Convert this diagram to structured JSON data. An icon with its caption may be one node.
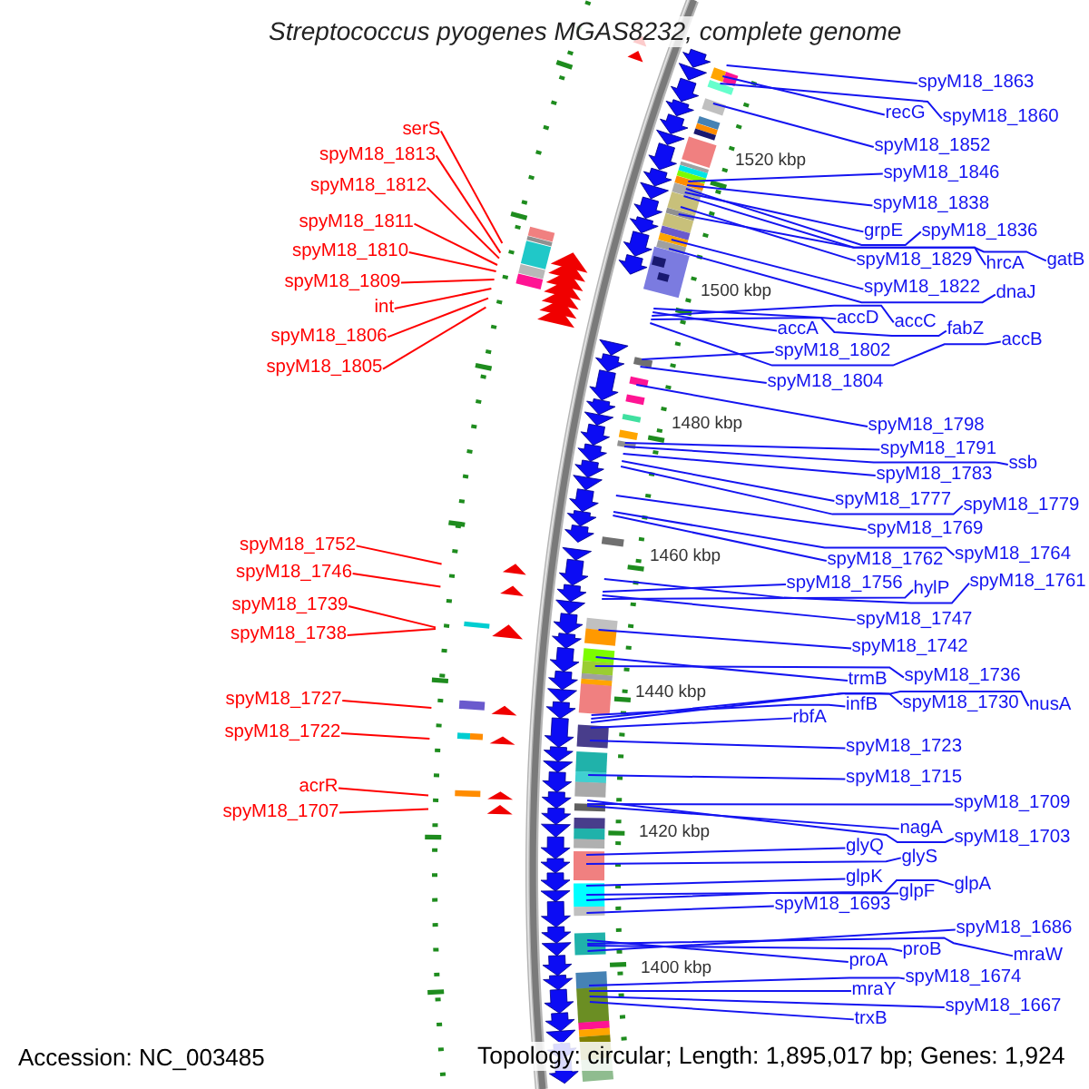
{
  "diagram": {
    "title": "Streptococcus pyogenes MGAS8232, complete genome",
    "nodes": [
      {
        "text": [
          "serS"
        ]
      },
      {
        "text": [
          "spyM18_1813"
        ]
      },
      {
        "text": [
          "spyM18_1812"
        ]
      },
      {
        "text": [
          "spyM18_1811"
        ]
      },
      {
        "text": [
          "spyM18_1810"
        ]
      },
      {
        "text": [
          "spyM18_1809"
        ]
      },
      {
        "text": [
          "int"
        ]
      },
      {
        "text": [
          "spyM18_1806"
        ]
      },
      {
        "text": [
          "spyM18_1805"
        ]
      },
      {
        "text": [
          "spyM18_1752"
        ]
      },
      {
        "text": [
          "spyM18_1746"
        ]
      },
      {
        "text": [
          "spyM18_1739"
        ]
      },
      {
        "text": [
          "spyM18_1738"
        ]
      },
      {
        "text": [
          "spyM18_1727"
        ]
      },
      {
        "text": [
          "spyM18_1722"
        ]
      },
      {
        "text": [
          "acrR"
        ]
      },
      {
        "text": [
          "spyM18_1707"
        ]
      },
      {
        "text": [
          "spyM18_1863"
        ]
      },
      {
        "text": [
          "recG"
        ]
      },
      {
        "text": [
          "spyM18_1860"
        ]
      },
      {
        "text": [
          "spyM18_1852"
        ]
      },
      {
        "text": [
          "spyM18_1846"
        ]
      },
      {
        "text": [
          "spyM18_1838"
        ]
      },
      {
        "text": [
          "grpE"
        ]
      },
      {
        "text": [
          "spyM18_1836"
        ]
      },
      {
        "text": [
          "gatB"
        ]
      },
      {
        "text": [
          "spyM18_1829"
        ]
      },
      {
        "text": [
          "hrcA"
        ]
      },
      {
        "text": [
          "spyM18_1822"
        ]
      },
      {
        "text": [
          "dnaJ"
        ]
      },
      {
        "text": [
          "accA"
        ]
      },
      {
        "text": [
          "accD"
        ]
      },
      {
        "text": [
          "accC"
        ]
      },
      {
        "text": [
          "fabZ"
        ]
      },
      {
        "text": [
          "accB"
        ]
      },
      {
        "text": [
          "spyM18_1802"
        ]
      },
      {
        "text": [
          "spyM18_1804"
        ]
      },
      {
        "text": [
          "spyM18_1798"
        ]
      },
      {
        "text": [
          "spyM18_1791"
        ]
      },
      {
        "text": [
          "ssb"
        ]
      },
      {
        "text": [
          "spyM18_1783"
        ]
      },
      {
        "text": [
          "spyM18_1777"
        ]
      },
      {
        "text": [
          "spyM18_1779"
        ]
      },
      {
        "text": [
          "spyM18_1769"
        ]
      },
      {
        "text": [
          "spyM18_1762"
        ]
      },
      {
        "text": [
          "spyM18_1764"
        ]
      },
      {
        "text": [
          "spyM18_1756"
        ]
      },
      {
        "text": [
          "hylP"
        ]
      },
      {
        "text": [
          "spyM18_1761"
        ]
      },
      {
        "text": [
          "spyM18_1747"
        ]
      },
      {
        "text": [
          "spyM18_1742"
        ]
      },
      {
        "text": [
          "trmB"
        ]
      },
      {
        "text": [
          "spyM18_1736"
        ]
      },
      {
        "text": [
          "infB"
        ]
      },
      {
        "text": [
          "spyM18_1730"
        ]
      },
      {
        "text": [
          "nusA"
        ]
      },
      {
        "text": [
          "rbfA"
        ]
      },
      {
        "text": [
          "spyM18_1723"
        ]
      },
      {
        "text": [
          "spyM18_1715"
        ]
      },
      {
        "text": [
          "spyM18_1709"
        ]
      },
      {
        "text": [
          "nagA"
        ]
      },
      {
        "text": [
          "spyM18_1703"
        ]
      },
      {
        "text": [
          "glyQ"
        ]
      },
      {
        "text": [
          "glyS"
        ]
      },
      {
        "text": [
          "glpK"
        ]
      },
      {
        "text": [
          "glpF"
        ]
      },
      {
        "text": [
          "glpA"
        ]
      },
      {
        "text": [
          "spyM18_1693"
        ]
      },
      {
        "text": [
          "spyM18_1686"
        ]
      },
      {
        "text": [
          "proB"
        ]
      },
      {
        "text": [
          "proA"
        ]
      },
      {
        "text": [
          "mraW"
        ]
      },
      {
        "text": [
          "spyM18_1674"
        ]
      },
      {
        "text": [
          "mraY"
        ]
      },
      {
        "text": [
          "trxB"
        ]
      },
      {
        "text": [
          "spyM18_1667"
        ]
      }
    ],
    "edges": [
      {
        "from": 0,
        "to": null,
        "arrow": "none",
        "color": "#ff0000"
      },
      {
        "from": 1,
        "to": null,
        "arrow": "none",
        "color": "#ff0000"
      },
      {
        "from": 2,
        "to": null,
        "arrow": "none",
        "color": "#ff0000"
      },
      {
        "from": 3,
        "to": null,
        "arrow": "none",
        "color": "#ff0000"
      },
      {
        "from": 4,
        "to": null,
        "arrow": "none",
        "color": "#ff0000"
      },
      {
        "from": 5,
        "to": null,
        "arrow": "none",
        "color": "#ff0000"
      },
      {
        "from": 6,
        "to": null,
        "arrow": "none",
        "color": "#ff0000"
      },
      {
        "from": 7,
        "to": null,
        "arrow": "none",
        "color": "#ff0000"
      },
      {
        "from": 8,
        "to": null,
        "arrow": "none",
        "color": "#ff0000"
      },
      {
        "from": 9,
        "to": null,
        "arrow": "none",
        "color": "#ff0000"
      },
      {
        "from": 10,
        "to": null,
        "arrow": "none",
        "color": "#ff0000"
      },
      {
        "from": 11,
        "to": null,
        "arrow": "none",
        "color": "#ff0000"
      },
      {
        "from": 12,
        "to": null,
        "arrow": "none",
        "color": "#ff0000"
      },
      {
        "from": 13,
        "to": null,
        "arrow": "none",
        "color": "#ff0000"
      },
      {
        "from": 14,
        "to": null,
        "arrow": "none",
        "color": "#ff0000"
      },
      {
        "from": 15,
        "to": null,
        "arrow": "none",
        "color": "#ff0000"
      },
      {
        "from": 16,
        "to": null,
        "arrow": "none",
        "color": "#ff0000"
      },
      {
        "from": 17,
        "to": null,
        "arrow": "none"
      },
      {
        "from": 18,
        "to": null,
        "arrow": "none"
      },
      {
        "from": 19,
        "to": null,
        "arrow": "none"
      },
      {
        "from": 20,
        "to": null,
        "arrow": "none"
      },
      {
        "from": 21,
        "to": null,
        "arrow": "none"
      },
      {
        "from": 22,
        "to": null,
        "arrow": "none"
      },
      {
        "from": 23,
        "to": null,
        "arrow": "none"
      },
      {
        "from": 24,
        "to": null,
        "arrow": "none"
      },
      {
        "from": 25,
        "to": null,
        "arrow": "none"
      },
      {
        "from": 26,
        "to": null,
        "arrow": "none"
      },
      {
        "from": 27,
        "to": null,
        "arrow": "none"
      },
      {
        "from": 28,
        "to": null,
        "arrow": "none"
      },
      {
        "from": 29,
        "to": null,
        "arrow": "none"
      },
      {
        "from": 30,
        "to": null,
        "arrow": "none"
      },
      {
        "from": 31,
        "to": null,
        "arrow": "none"
      },
      {
        "from": 32,
        "to": null,
        "arrow": "none"
      },
      {
        "from": 33,
        "to": null,
        "arrow": "none"
      },
      {
        "from": 34,
        "to": null,
        "arrow": "none"
      },
      {
        "from": 35,
        "to": null,
        "arrow": "none"
      },
      {
        "from": 36,
        "to": null,
        "arrow": "none"
      },
      {
        "from": 37,
        "to": null,
        "arrow": "none"
      },
      {
        "from": 38,
        "to": null,
        "arrow": "none"
      },
      {
        "from": 39,
        "to": null,
        "arrow": "none"
      },
      {
        "from": 40,
        "to": null,
        "arrow": "none"
      },
      {
        "from": 41,
        "to": null,
        "arrow": "none"
      },
      {
        "from": 42,
        "to": null,
        "arrow": "none"
      },
      {
        "from": 43,
        "to": null,
        "arrow": "none"
      },
      {
        "from": 44,
        "to": null,
        "arrow": "none"
      },
      {
        "from": 45,
        "to": null,
        "arrow": "none"
      },
      {
        "from": 46,
        "to": null,
        "arrow": "none"
      },
      {
        "from": 47,
        "to": null,
        "arrow": "none"
      },
      {
        "from": 48,
        "to": null,
        "arrow": "none"
      },
      {
        "from": 49,
        "to": null,
        "arrow": "none"
      },
      {
        "from": 50,
        "to": null,
        "arrow": "none"
      },
      {
        "from": 51,
        "to": null,
        "arrow": "none"
      },
      {
        "from": 52,
        "to": null,
        "arrow": "none"
      },
      {
        "from": 53,
        "to": null,
        "arrow": "none"
      },
      {
        "from": 54,
        "to": null,
        "arrow": "none"
      },
      {
        "from": 55,
        "to": null,
        "arrow": "none"
      },
      {
        "from": 56,
        "to": null,
        "arrow": "none"
      },
      {
        "from": 57,
        "to": null,
        "arrow": "none"
      },
      {
        "from": 58,
        "to": null,
        "arrow": "none"
      },
      {
        "from": 59,
        "to": null,
        "arrow": "none"
      },
      {
        "from": 60,
        "to": null,
        "arrow": "none"
      },
      {
        "from": 61,
        "to": null,
        "arrow": "none"
      },
      {
        "from": 62,
        "to": null,
        "arrow": "none"
      },
      {
        "from": 63,
        "to": null,
        "arrow": "none"
      },
      {
        "from": 64,
        "to": null,
        "arrow": "none"
      },
      {
        "from": 65,
        "to": null,
        "arrow": "none"
      },
      {
        "from": 66,
        "to": null,
        "arrow": "none"
      },
      {
        "from": 67,
        "to": null,
        "arrow": "none"
      },
      {
        "from": 68,
        "to": null,
        "arrow": "none"
      },
      {
        "from": 69,
        "to": null,
        "arrow": "none"
      },
      {
        "from": 70,
        "to": null,
        "arrow": "none"
      },
      {
        "from": 71,
        "to": null,
        "arrow": "none"
      },
      {
        "from": 72,
        "to": null,
        "arrow": "none"
      },
      {
        "from": 73,
        "to": null,
        "arrow": "none"
      },
      {
        "from": 74,
        "to": null,
        "arrow": "none"
      },
      {
        "from": 75,
        "to": null,
        "arrow": "none"
      }
    ],
    "labels": [
      "1520 kbp",
      "1500 kbp",
      "1480 kbp",
      "1460 kbp",
      "1440 kbp",
      "1420 kbp",
      "1400 kbp",
      "Accession: NC_003485",
      "Topology: circular; Length: 1,895,017 bp; Genes: 1,924"
    ]
  }
}
